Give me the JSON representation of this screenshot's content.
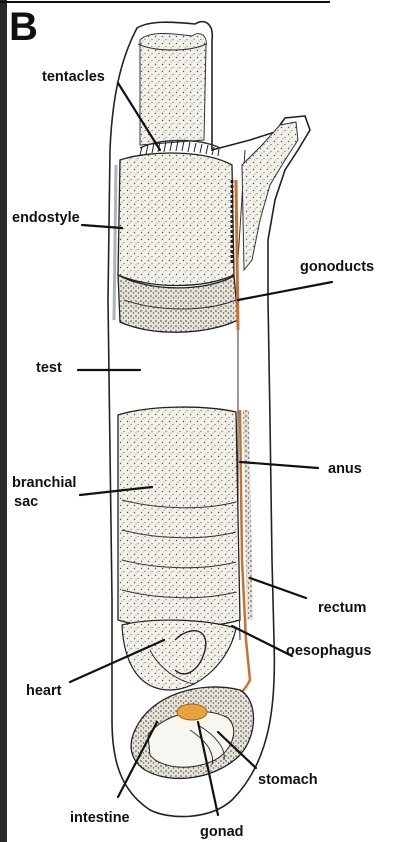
{
  "panel_letter": "B",
  "labels": {
    "tentacles": "tentacles",
    "endostyle": "endostyle",
    "gonoducts": "gonoducts",
    "test": "test",
    "branchial_sac_1": "branchial",
    "branchial_sac_2": "sac",
    "anus": "anus",
    "rectum": "rectum",
    "heart": "heart",
    "oesophagus": "oesophagus",
    "stomach": "stomach",
    "intestine": "intestine",
    "gonad": "gonad"
  },
  "colors": {
    "gonad": "#e8a33c",
    "gonoduct": "#c8722e",
    "stipple": "#555555",
    "frame_left": "#2a2a2a"
  }
}
